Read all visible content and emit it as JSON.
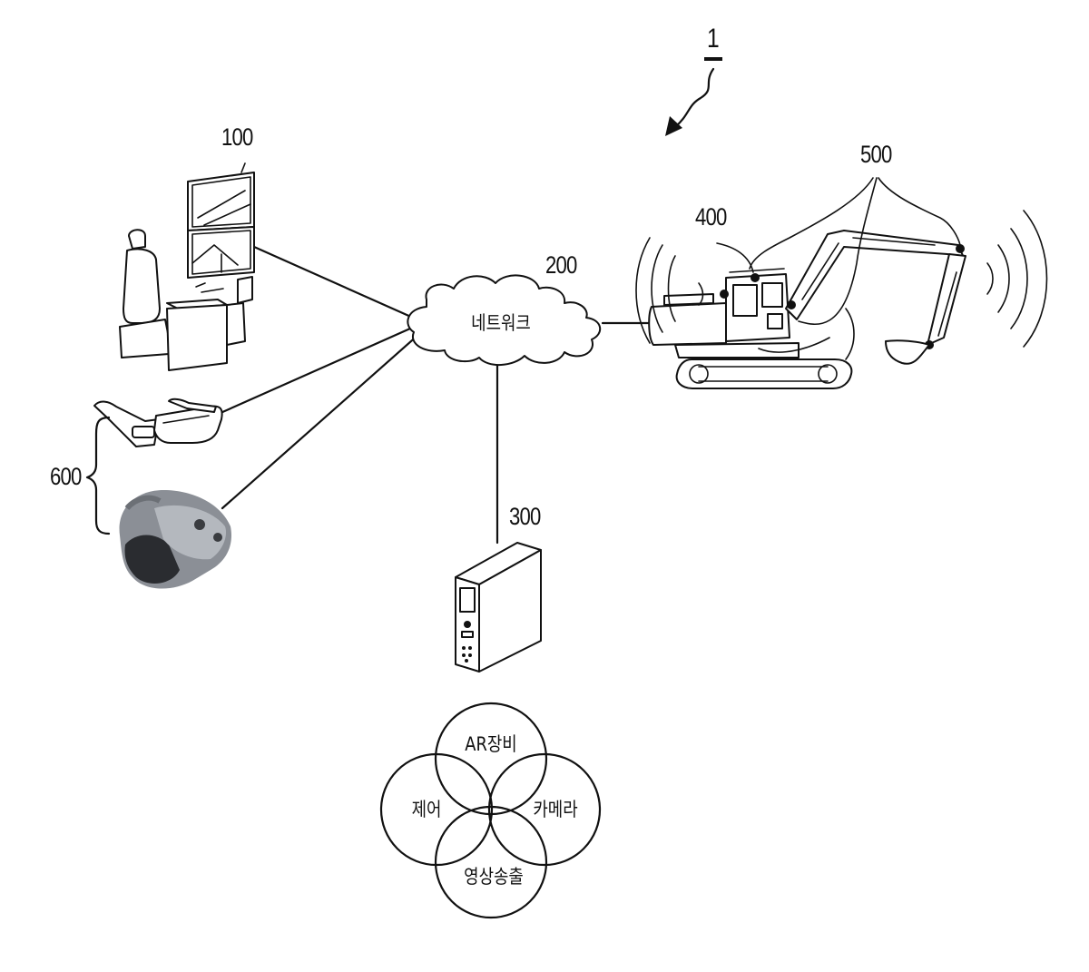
{
  "labels": {
    "system": "1",
    "control_station": "100",
    "network": "200",
    "server": "300",
    "excavator_cab": "400",
    "excavator_sensors": "500",
    "ar_devices": "600"
  },
  "network_text": "네트워크",
  "server_functions": {
    "top": "AR장비",
    "left": "제어",
    "right": "카메라",
    "bottom": "영상송출"
  }
}
